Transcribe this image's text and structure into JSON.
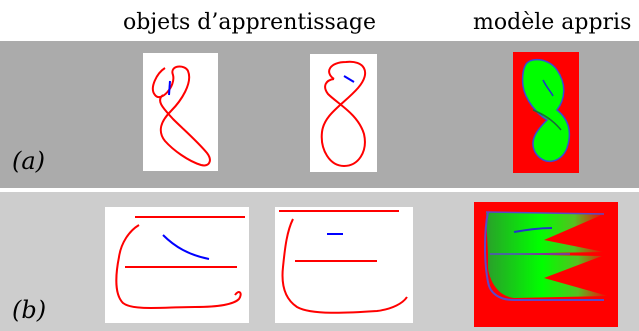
{
  "header": {
    "training_objects": "objets d’apprentissage",
    "learned_model": "modèle appris"
  },
  "rows": [
    {
      "label": "(a)"
    },
    {
      "label": "(b)"
    }
  ],
  "colors": {
    "band_a": "#ababab",
    "band_b": "#cdcdcd",
    "stroke_red": "#ff0000",
    "stroke_blue": "#0000ff",
    "model_fill": "#00ff00",
    "model_background": "#ff0000"
  }
}
